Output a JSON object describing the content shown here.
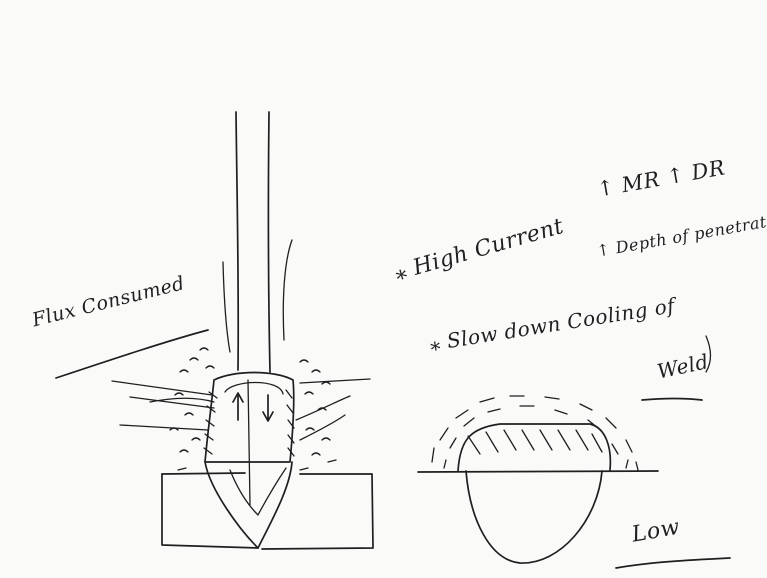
{
  "labels": {
    "flux": "Flux Consumed",
    "high_current": "⁎ High Current",
    "mr_dr": "↑ MR ↑ DR",
    "depth": "↑ Depth of penetration",
    "slow_cooling": "⁎ Slow down Cooling of",
    "weld": "Weld",
    "low": "Low"
  },
  "colors": {
    "ink": "#1f1f22",
    "board": "#fafaf8"
  }
}
